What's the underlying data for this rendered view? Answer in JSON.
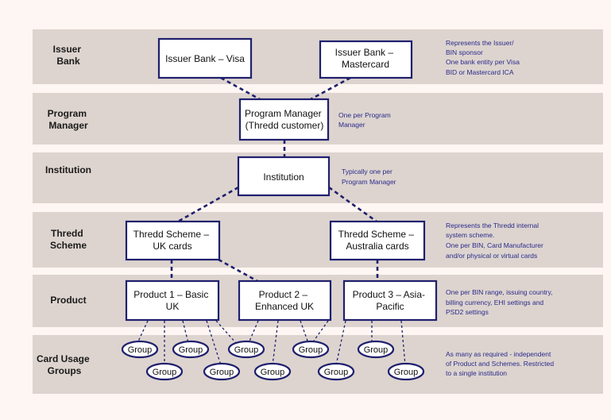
{
  "bands": [
    {
      "label_lines": [
        "Issuer",
        "Bank"
      ]
    },
    {
      "label_lines": [
        "Program",
        "Manager"
      ]
    },
    {
      "label_lines": [
        "Institution"
      ]
    },
    {
      "label_lines": [
        "Thredd",
        "Scheme"
      ]
    },
    {
      "label_lines": [
        "Product"
      ]
    },
    {
      "label_lines": [
        "Card Usage",
        "Groups"
      ]
    }
  ],
  "boxes": {
    "issuer_visa": [
      "Issuer Bank – Visa"
    ],
    "issuer_mc": [
      "Issuer Bank –",
      "Mastercard"
    ],
    "program_manager": [
      "Program Manager",
      "(Thredd customer)"
    ],
    "institution": [
      "Institution"
    ],
    "scheme_uk": [
      "Thredd Scheme –",
      "UK cards"
    ],
    "scheme_au": [
      "Thredd Scheme –",
      "Australia cards"
    ],
    "product1": [
      "Product 1 – Basic",
      "UK"
    ],
    "product2": [
      "Product 2 –",
      "Enhanced UK"
    ],
    "product3": [
      "Product 3 – Asia-",
      "Pacific"
    ]
  },
  "group_label": "Group",
  "notes": {
    "issuer": [
      "Represents the Issuer/",
      "BIN sponsor",
      "One bank entity per Visa",
      "BID or Mastercard ICA"
    ],
    "program_manager": [
      "One per Program",
      "Manager"
    ],
    "institution": [
      "Typically one per",
      "Program Manager"
    ],
    "scheme": [
      "Represents the Thredd internal",
      "system scheme.",
      "One per BIN, Card Manufacturer",
      "and/or physical or virtual cards"
    ],
    "product": [
      "One per BIN range, issuing country,",
      "billing currency, EHI settings and",
      "PSD2 settings"
    ],
    "groups": [
      "As many as required - independent",
      "of Product and Schemes.  Restricted",
      "to a single institution"
    ]
  }
}
